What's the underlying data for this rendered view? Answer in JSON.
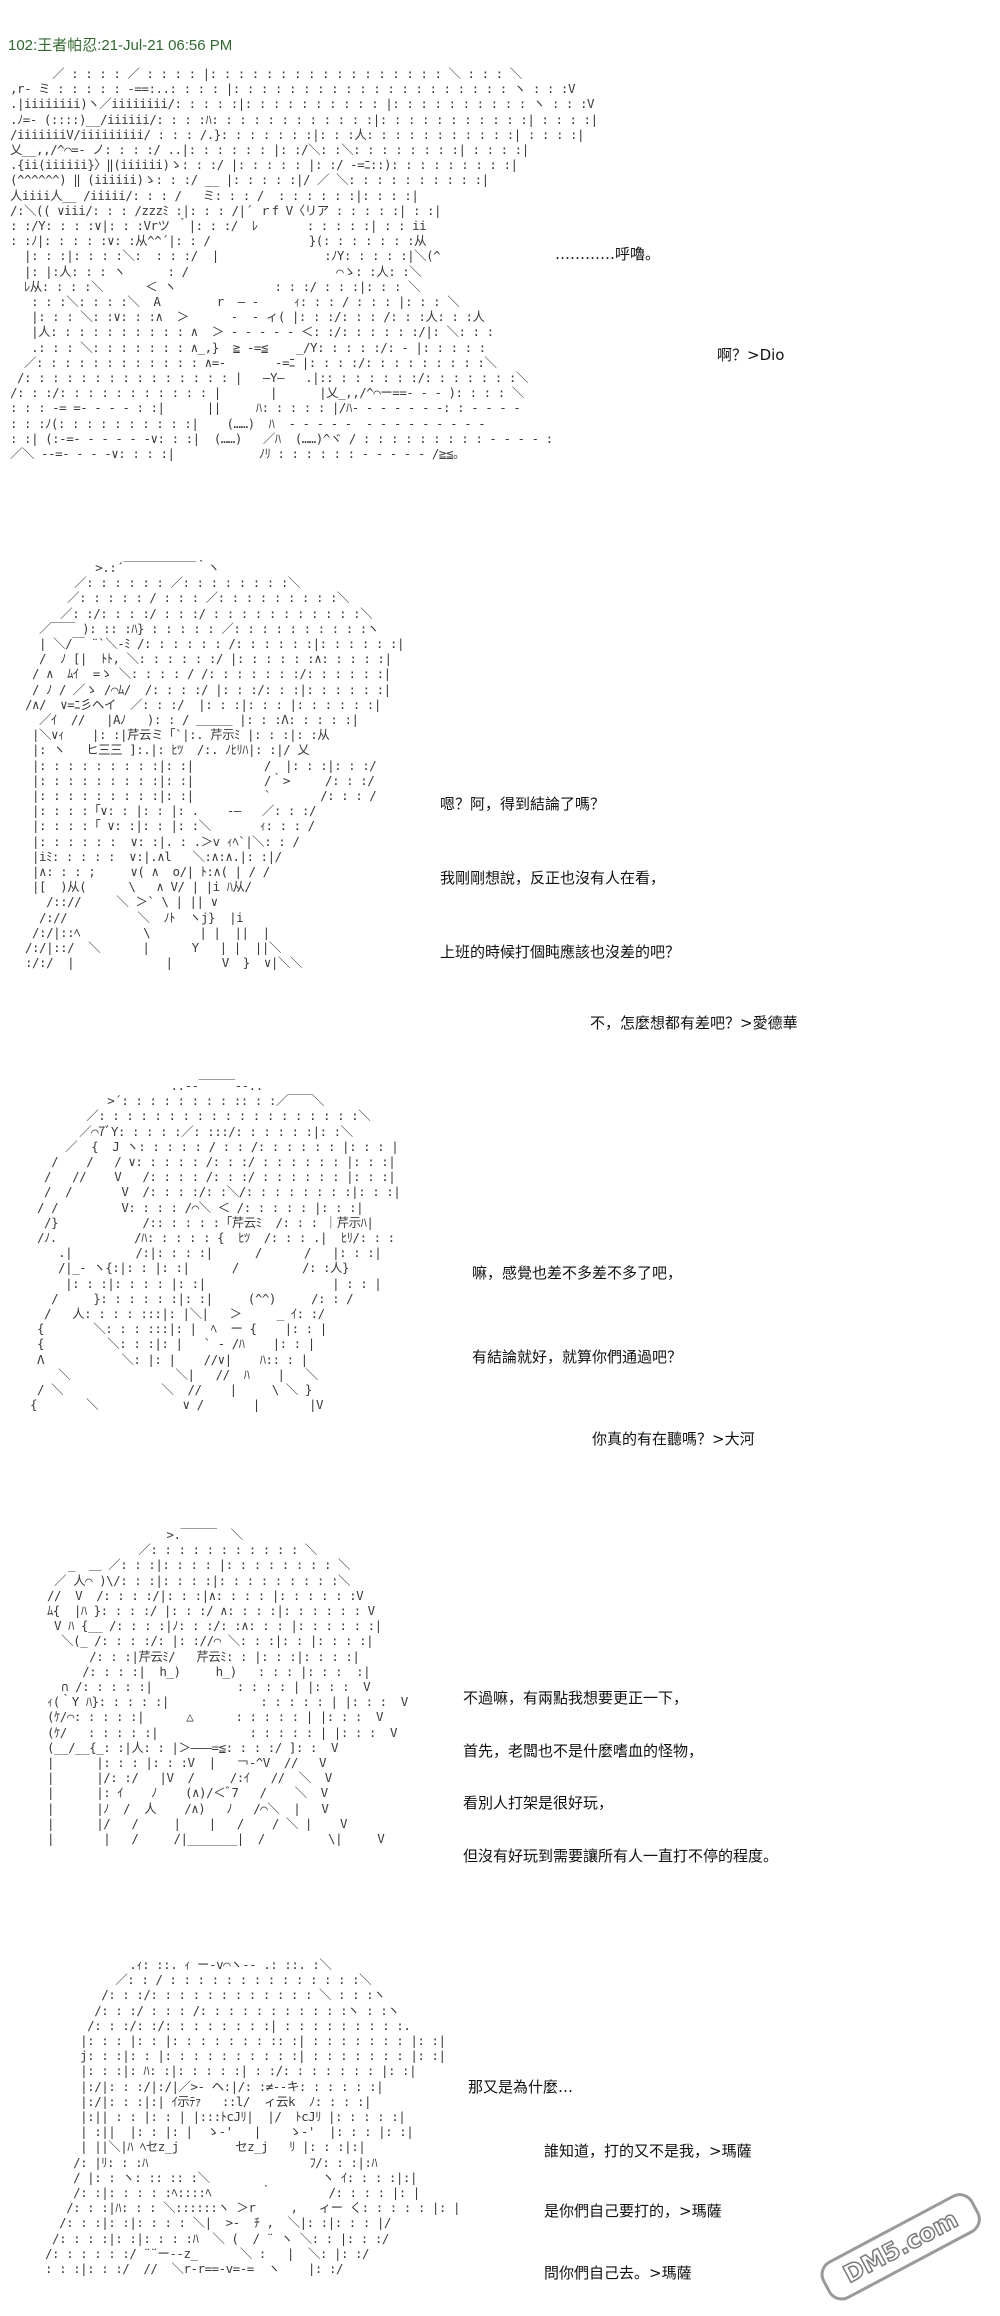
{
  "header": {
    "text": "102:王者帕忍:21-Jul-21 06:56 PM"
  },
  "panels": [
    {
      "id": "p1",
      "lines": [
        "…………呼嚕。",
        "啊？>Dio"
      ]
    },
    {
      "id": "p2",
      "lines": [
        "嗯？阿，得到結論了嗎？",
        "我剛剛想說，反正也沒有人在看，",
        "上班的時候打個盹應該也沒差的吧？",
        "不，怎麼想都有差吧？>愛德華"
      ]
    },
    {
      "id": "p3",
      "lines": [
        "嘛，感覺也差不多差不多了吧，",
        "有結論就好，就算你們通過吧？",
        "你真的有在聽嗎？>大河"
      ]
    },
    {
      "id": "p4",
      "lines": [
        "不過嘛，有兩點我想要更正一下，",
        "首先，老闆也不是什麼嗜血的怪物，",
        "看別人打架是很好玩，",
        "但沒有好玩到需要讓所有人一直打不停的程度。"
      ]
    },
    {
      "id": "p5",
      "lines": [
        "那又是為什麼…",
        "誰知道，打的又不是我，>瑪薩",
        "是你們自己要打的，>瑪薩",
        "問你們自己去。>瑪薩"
      ]
    }
  ],
  "watermark": {
    "text": "DM5.com"
  }
}
